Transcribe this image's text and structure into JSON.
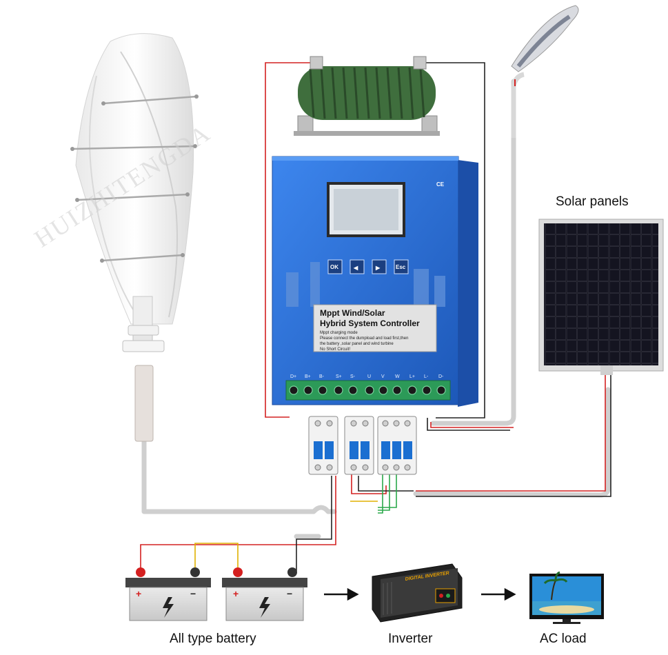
{
  "labels": {
    "solar_panels": "Solar panels",
    "battery": "All type battery",
    "inverter": "Inverter",
    "ac_load": "AC load"
  },
  "controller": {
    "title_line1": "Mppt Wind/Solar",
    "title_line2": "Hybrid System Controller",
    "note_line1": "Mppt charging mode",
    "note_line2": "Please connect the dumpload and load first,then",
    "note_line3": "the battery ,solar panel and wind turbine",
    "note_line4": "No Short Circuit!",
    "ce_mark": "CE",
    "buttons": [
      "OK",
      "◀",
      "▶",
      "Esc"
    ],
    "terminals": [
      "D+",
      "B+",
      "B-",
      "S+",
      "S-",
      "U",
      "V",
      "W",
      "L+",
      "L-",
      "D-"
    ]
  },
  "inverter_brand": "DIGITAL INVERTER",
  "watermark": "HUIZHITENGDA",
  "colors": {
    "controller_blue": "#2f6fd6",
    "wire_red": "#d42020",
    "wire_green": "#2aa84a",
    "wire_yellow": "#e0b000",
    "cable_gray": "#cfcfcf"
  }
}
